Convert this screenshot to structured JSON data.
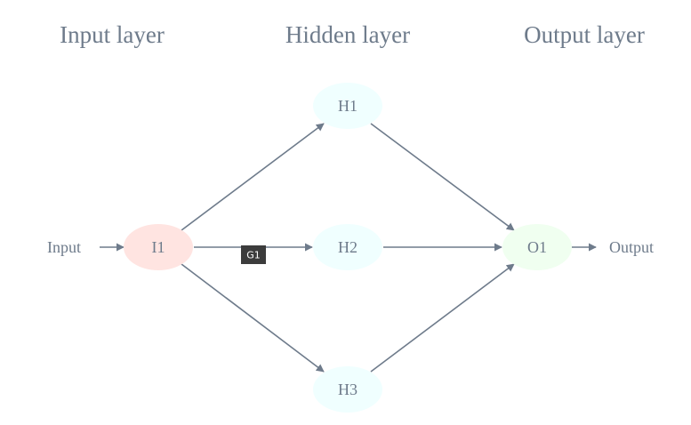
{
  "layers": {
    "input_title": "Input layer",
    "hidden_title": "Hidden layer",
    "output_title": "Output layer"
  },
  "nodes": {
    "i1": {
      "label": "I1",
      "color": "#ffe4e1"
    },
    "h1": {
      "label": "H1",
      "color": "#f0ffff"
    },
    "h2": {
      "label": "H2",
      "color": "#f0ffff"
    },
    "h3": {
      "label": "H3",
      "color": "#f0ffff"
    },
    "o1": {
      "label": "O1",
      "color": "#f0fff0"
    }
  },
  "io": {
    "input_label": "Input",
    "output_label": "Output"
  },
  "badge": {
    "label": "G1",
    "color": "#3c3c3c"
  },
  "colors": {
    "edge": "#6e7b8b",
    "text": "#6e7b8b"
  }
}
